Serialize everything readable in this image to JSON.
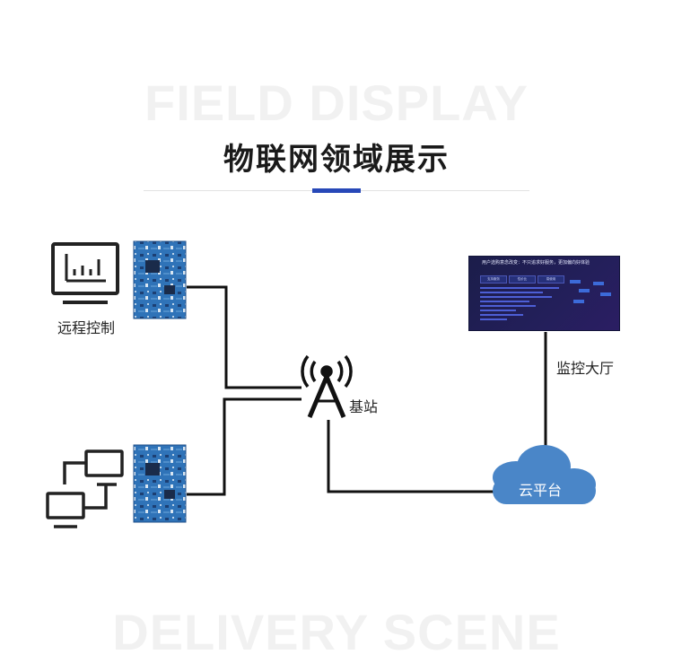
{
  "watermarks": {
    "top": "FIELD DISPLAY",
    "bottom": "DELIVERY SCENE"
  },
  "title": "物联网领域展示",
  "nodes": {
    "remote_control": "远程控制",
    "base_station": "基站",
    "monitor_hall": "监控大厅",
    "cloud_platform": "云平台"
  },
  "dashboard": {
    "title": "用户选购意念改变：不只追求好服务，更加偏向好体验",
    "buttons": [
      "支持服务",
      "性价比",
      "易使用"
    ]
  },
  "colors": {
    "accent": "#2748b8",
    "cloud": "#4a86c8",
    "line": "#111111",
    "pcb": "#2f73b8"
  },
  "icons": [
    "chart-monitor-icon",
    "network-computers-icon",
    "circuit-board-icon",
    "antenna-tower-icon",
    "cloud-icon"
  ]
}
